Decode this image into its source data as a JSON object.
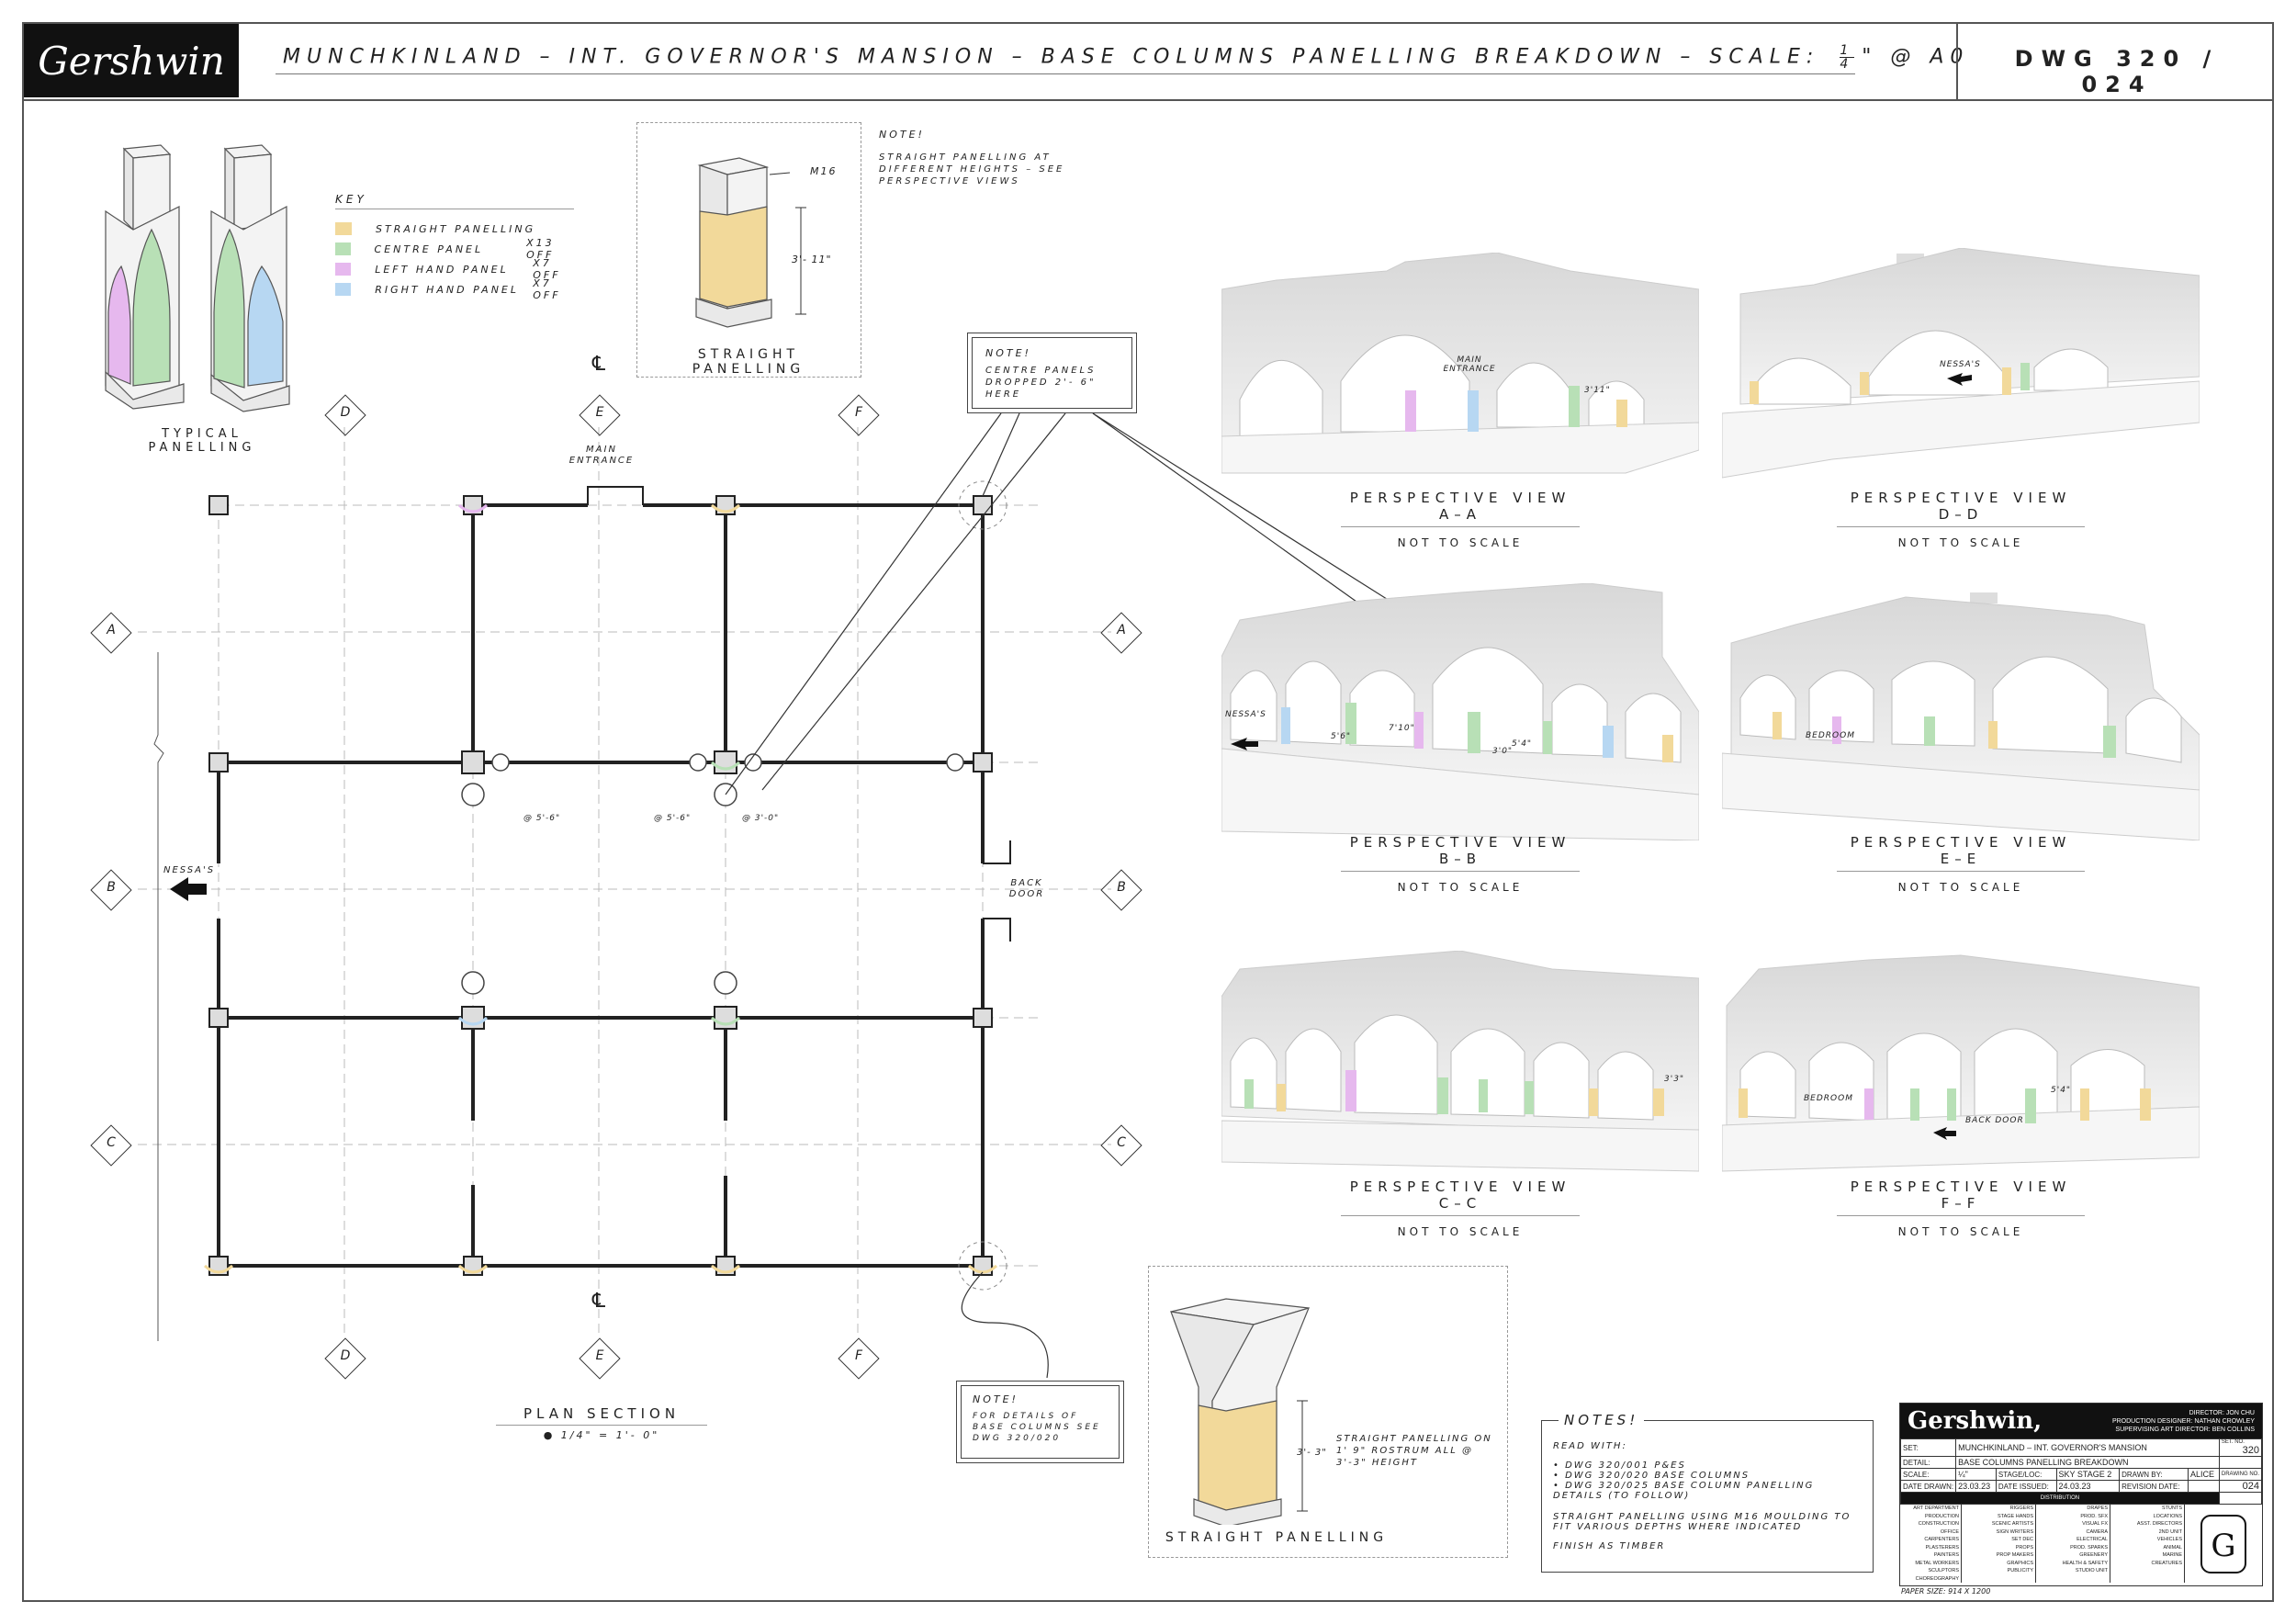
{
  "header": {
    "logo": "Gershwin",
    "title": "MUNCHKINLAND – INT. GOVERNOR'S MANSION – BASE COLUMNS PANELLING BREAKDOWN – SCALE:",
    "scale_num": "1",
    "scale_den": "4",
    "scale_suffix": "\" @ A0",
    "dwg": "DWG 320 / 024"
  },
  "key": {
    "title": "KEY",
    "items": [
      {
        "name": "STRAIGHT PANELLING",
        "count": "",
        "color": "#f2d99a"
      },
      {
        "name": "CENTRE PANEL",
        "count": "X13 OFF",
        "color": "#b8e0b6"
      },
      {
        "name": "LEFT HAND PANEL",
        "count": "X7 OFF",
        "color": "#e6b8ee"
      },
      {
        "name": "RIGHT HAND PANEL",
        "count": "X7 OFF",
        "color": "#b7d7f2"
      }
    ]
  },
  "typical": {
    "label": "TYPICAL PANELLING"
  },
  "straight_top": {
    "label": "STRAIGHT PANELLING",
    "m16": "M16",
    "dim": "3'- 11\""
  },
  "note_top": {
    "title": "NOTE!",
    "text": "STRAIGHT PANELLING AT DIFFERENT HEIGHTS – SEE PERSPECTIVE VIEWS"
  },
  "note_centre": {
    "title": "NOTE!",
    "text": "CENTRE PANELS DROPPED 2'- 6\" HERE"
  },
  "note_bottom": {
    "title": "NOTE!",
    "text": "FOR DETAILS OF BASE COLUMNS SEE DWG 320/020"
  },
  "straight_bottom": {
    "label": "STRAIGHT PANELLING",
    "dim": "3'- 3\"",
    "note": "STRAIGHT PANELLING ON 1' 9\" ROSTRUM ALL @ 3'-3\" HEIGHT"
  },
  "plan": {
    "title": "PLAN SECTION",
    "scale": "● 1/4\" = 1'- 0\"",
    "cl": "℄",
    "grid_cols": [
      "D",
      "E",
      "F"
    ],
    "grid_rows": [
      "A",
      "B",
      "C"
    ],
    "main_entrance": "MAIN ENTRANCE",
    "back_door": "BACK DOOR",
    "nessas": "NESSA'S",
    "dims": [
      "@ 5'-6\"",
      "@ 5'-6\"",
      "@ 3'-0\""
    ]
  },
  "views": [
    {
      "title": "PERSPECTIVE VIEW A–A",
      "sub": "NOT TO SCALE",
      "tags": [
        "MAIN ENTRANCE",
        "3'11\""
      ]
    },
    {
      "title": "PERSPECTIVE VIEW D–D",
      "sub": "NOT TO SCALE",
      "tags": [
        "NESSA'S"
      ]
    },
    {
      "title": "PERSPECTIVE VIEW B–B",
      "sub": "NOT TO SCALE",
      "tags": [
        "NESSA'S",
        "5'6\"",
        "7'10\"",
        "3'0\"",
        "5'4\""
      ]
    },
    {
      "title": "PERSPECTIVE VIEW E–E",
      "sub": "NOT TO SCALE",
      "tags": [
        "BEDROOM"
      ]
    },
    {
      "title": "PERSPECTIVE VIEW C–C",
      "sub": "NOT TO SCALE",
      "tags": [
        "3'3\""
      ]
    },
    {
      "title": "PERSPECTIVE VIEW F–F",
      "sub": "NOT TO SCALE",
      "tags": [
        "BEDROOM",
        "BACK DOOR",
        "5'4\""
      ]
    }
  ],
  "notes": {
    "title": "NOTES!",
    "read_with": "READ WITH:",
    "items": [
      "• DWG 320/001 P&ES",
      "• DWG 320/020 BASE COLUMNS",
      "• DWG 320/025 BASE COLUMN PANELLING DETAILS (TO FOLLOW)"
    ],
    "line2": "STRAIGHT PANELLING USING M16 MOULDING TO FIT VARIOUS DEPTHS WHERE INDICATED",
    "line3": "FINISH AS TIMBER"
  },
  "title_block": {
    "logo": "Gershwin,",
    "director": "DIRECTOR: JON CHU",
    "pd": "PRODUCTION DESIGNER: NATHAN CROWLEY",
    "sad": "SUPERVISING ART DIRECTOR: BEN COLLINS",
    "set_label": "SET:",
    "set_value": "MUNCHKINLAND – INT. GOVERNOR'S MANSION",
    "set_no_label": "SET. NO.",
    "set_no": "320",
    "detail_label": "DETAIL:",
    "detail_value": "BASE COLUMNS PANELLING BREAKDOWN",
    "scale_label": "SCALE:",
    "scale_value": "¼\"",
    "stage_label": "STAGE/LOC:",
    "stage_value": "SKY STAGE 2",
    "drawn_label": "DRAWN BY:",
    "drawn_value": "ALICE",
    "drawing_no_label": "DRAWING NO.",
    "drawing_no": "024",
    "date_label": "DATE DRAWN:",
    "date_value": "23.03.23",
    "issued_label": "DATE ISSUED:",
    "issued_value": "24.03.23",
    "revision_label": "REVISION DATE:",
    "distribution": "DISTRIBUTION",
    "dist_col1": [
      "ART DEPARTMENT",
      "PRODUCTION",
      "CONSTRUCTION OFFICE",
      "CARPENTERS",
      "PLASTERERS",
      "PAINTERS",
      "METAL WORKERS",
      "SCULPTORS",
      "CHOREOGRAPHY"
    ],
    "dist_col2": [
      "RIGGERS",
      "STAGE HANDS",
      "SCENIC ARTISTS",
      "SIGN WRITERS",
      "SET DEC",
      "PROPS",
      "PROP MAKERS",
      "GRAPHICS",
      "PUBLICITY"
    ],
    "dist_col3": [
      "DRAPES",
      "PROD. SFX",
      "VISUAL FX",
      "CAMERA",
      "ELECTRICAL",
      "PROD. SPARKS",
      "GREENERY",
      "HEALTH & SAFETY",
      "STUDIO UNIT"
    ],
    "dist_col4": [
      "STUNTS",
      "LOCATIONS",
      "ASST. DIRECTORS",
      "2ND UNIT",
      "VEHICLES",
      "ANIMAL",
      "MARINE",
      "CREATURES",
      ""
    ],
    "paper": "PAPER SIZE: 914 X 1200"
  }
}
